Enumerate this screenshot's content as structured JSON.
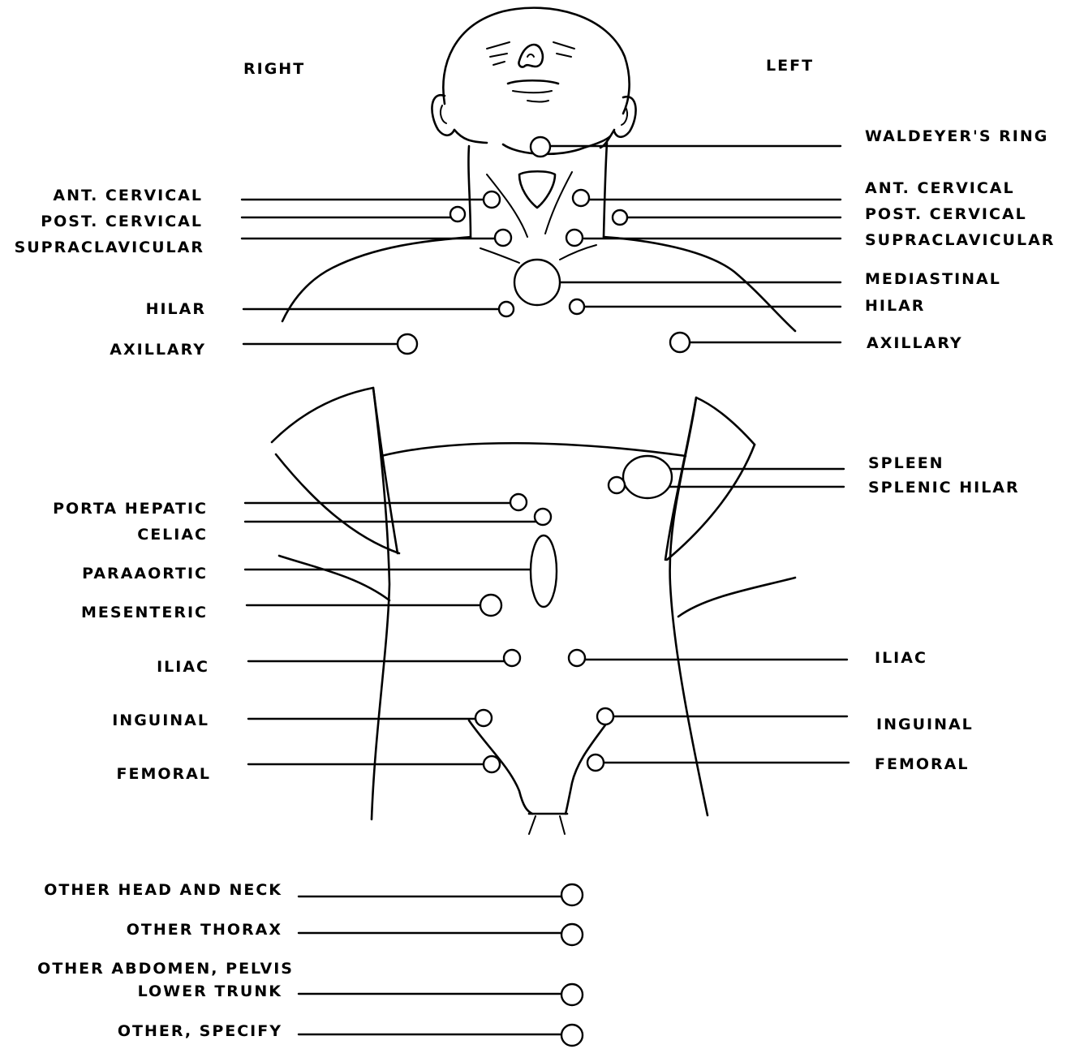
{
  "header": {
    "right": "RIGHT",
    "left": "LEFT"
  },
  "head_neck": {
    "waldeyer": "WALDEYER'S RING",
    "r_ant_cervical": "ANT. CERVICAL",
    "r_post_cervical": "POST. CERVICAL",
    "r_supraclavicular": "SUPRACLAVICULAR",
    "r_hilar": "HILAR",
    "r_axillary": "AXILLARY",
    "l_ant_cervical": "ANT. CERVICAL",
    "l_post_cervical": "POST. CERVICAL",
    "l_supraclavicular": "SUPRACLAVICULAR",
    "l_mediastinal": "MEDIASTINAL",
    "l_hilar": "HILAR",
    "l_axillary": "AXILLARY"
  },
  "abdomen": {
    "porta_hepatic": "PORTA HEPATIC",
    "celiac": "CELIAC",
    "paraaortic": "PARAAORTIC",
    "mesenteric": "MESENTERIC",
    "r_iliac": "ILIAC",
    "r_inguinal": "INGUINAL",
    "r_femoral": "FEMORAL",
    "spleen": "SPLEEN",
    "splenic_hilar": "SPLENIC HILAR",
    "l_iliac": "ILIAC",
    "l_inguinal": "INGUINAL",
    "l_femoral": "FEMORAL"
  },
  "other": {
    "head_neck": "OTHER HEAD AND NECK",
    "thorax": "OTHER THORAX",
    "abdomen_line1": "OTHER ABDOMEN, PELVIS",
    "abdomen_line2": "LOWER TRUNK",
    "specify": "OTHER, SPECIFY"
  }
}
